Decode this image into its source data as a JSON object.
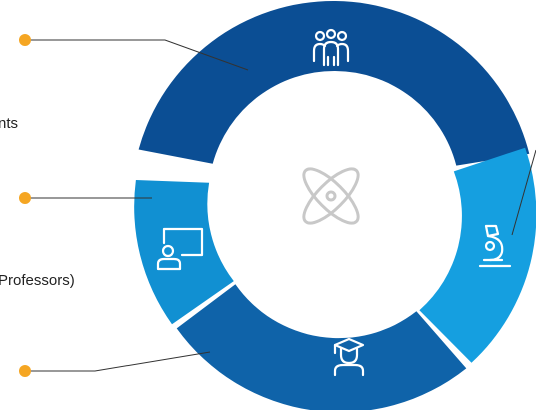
{
  "labels": {
    "students_fragment": "nts",
    "professors_fragment": "Professors)"
  },
  "segments": [
    {
      "id": "people",
      "color": "#0b4e94",
      "icon": "people-group-icon"
    },
    {
      "id": "research",
      "color": "#159fe0",
      "icon": "microscope-icon"
    },
    {
      "id": "education",
      "color": "#0f63a9",
      "icon": "graduate-icon"
    },
    {
      "id": "teaching",
      "color": "#1190d2",
      "icon": "presentation-board-icon"
    }
  ],
  "center_icon": "atom-icon",
  "colors": {
    "callout_dot": "#f5a623",
    "callout_line": "#333333",
    "center_icon": "#c8c8c8"
  }
}
